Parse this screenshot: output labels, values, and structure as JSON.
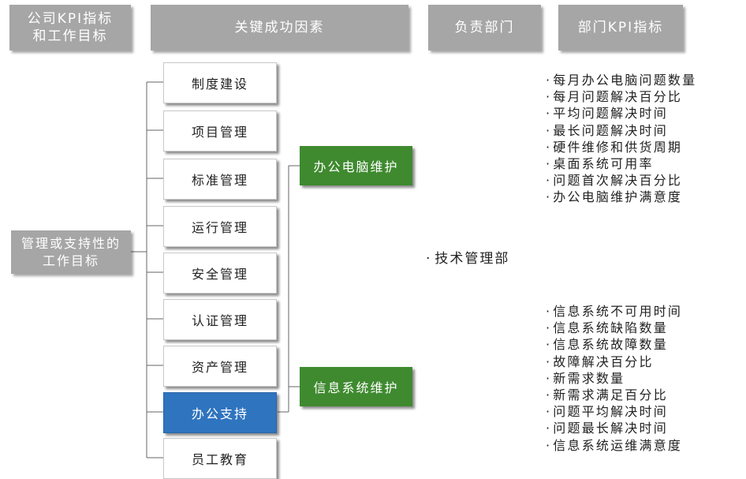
{
  "headers": [
    "公司KPI指标\n和工作目标",
    "关键成功因素",
    "负责部门",
    "部门KPI指标"
  ],
  "left_label": "管理或支持性的\n工作目标",
  "factors": [
    "制度建设",
    "项目管理",
    "标准管理",
    "运行管理",
    "安全管理",
    "认证管理",
    "资产管理",
    "办公支持",
    "员工教育"
  ],
  "selected_factor": "办公支持",
  "groups": [
    "办公电脑维护",
    "信息系统维护"
  ],
  "department": "技术管理部",
  "kpi_office": [
    "每月办公电脑问题数量",
    "每月问题解决百分比",
    "平均问题解决时间",
    "最长问题解决时间",
    "硬件维修和供货周期",
    "桌面系统可用率",
    "问题首次解决百分比",
    "办公电脑维护满意度"
  ],
  "kpi_system": [
    "信息系统不可用时间",
    "信息系统缺陷数量",
    "信息系统故障数量",
    "故障解决百分比",
    "新需求数量",
    "新需求满足百分比",
    "问题平均解决时间",
    "问题最长解决时间",
    "信息系统运维满意度"
  ],
  "colors": {
    "header_bg": "#a6a6a6",
    "group_bg": "#3f8a2f",
    "selected_bg": "#2f74bf"
  }
}
